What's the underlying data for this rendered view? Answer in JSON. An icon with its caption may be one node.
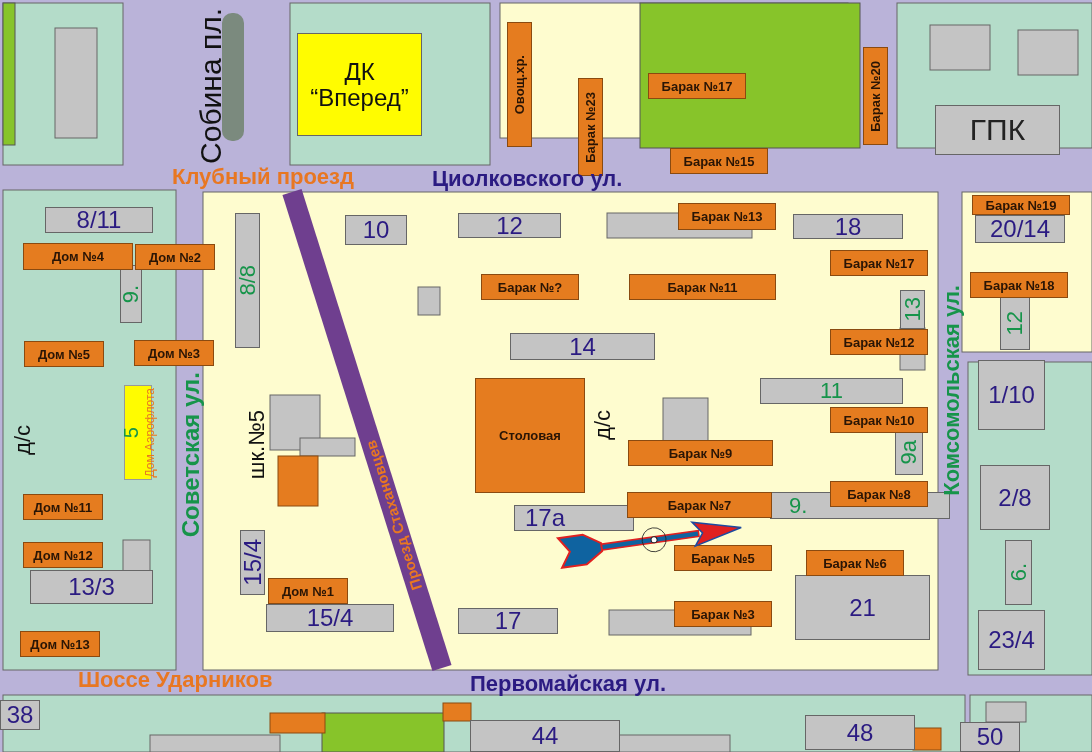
{
  "diagram": {
    "nodes": [
      {
        "text": [
          "ДК “Вперед”"
        ]
      },
      {
        "text": [
          "Овощ.хр."
        ]
      },
      {
        "text": [
          "Барак №17"
        ]
      },
      {
        "text": [
          "Барак №23"
        ]
      },
      {
        "text": [
          "Барак №20"
        ]
      },
      {
        "text": [
          "ГПК"
        ]
      },
      {
        "text": [
          "Барак №15"
        ]
      },
      {
        "text": [
          "8/11"
        ]
      },
      {
        "text": [
          "10"
        ]
      },
      {
        "text": [
          "12"
        ]
      },
      {
        "text": [
          "Барак №13"
        ]
      },
      {
        "text": [
          "18"
        ]
      },
      {
        "text": [
          "Барак №19"
        ]
      },
      {
        "text": [
          "20/14"
        ]
      },
      {
        "text": [
          "Дом №4"
        ]
      },
      {
        "text": [
          "Дом №2"
        ]
      },
      {
        "text": [
          "8/8"
        ]
      },
      {
        "text": [
          "Барак №17"
        ]
      },
      {
        "text": [
          "Барак №?"
        ]
      },
      {
        "text": [
          "Барак №11"
        ]
      },
      {
        "text": [
          "Барак №18"
        ]
      },
      {
        "text": [
          "9."
        ]
      },
      {
        "text": [
          "12"
        ]
      },
      {
        "text": [
          "13"
        ]
      },
      {
        "text": [
          "Дом №5"
        ]
      },
      {
        "text": [
          "Дом №3"
        ]
      },
      {
        "text": [
          "14"
        ]
      },
      {
        "text": [
          "Барак №12"
        ]
      },
      {
        "text": [
          "1/10"
        ]
      },
      {
        "text": [
          "11"
        ]
      },
      {
        "text": [
          "5",
          "Дом Аэрофлота"
        ]
      },
      {
        "text": [
          "Столовая"
        ]
      },
      {
        "text": [
          "Барак №10"
        ]
      },
      {
        "text": [
          "9а"
        ]
      },
      {
        "text": [
          "Барак №9"
        ]
      },
      {
        "text": [
          "2/8"
        ]
      },
      {
        "text": [
          "Дом №11"
        ]
      },
      {
        "text": [
          "Барак №7"
        ]
      },
      {
        "text": [
          "Барак №8"
        ]
      },
      {
        "text": [
          "9."
        ]
      },
      {
        "text": [
          "17а"
        ]
      },
      {
        "text": [
          "Проезд Стахановцев"
        ]
      },
      {
        "text": [
          "Дом №12"
        ]
      },
      {
        "text": [
          "Барак №5"
        ]
      },
      {
        "text": [
          "Барак №6"
        ]
      },
      {
        "text": [
          "6."
        ]
      },
      {
        "text": [
          "15/4"
        ]
      },
      {
        "text": [
          "Дом №1"
        ]
      },
      {
        "text": [
          "13/3"
        ]
      },
      {
        "text": [
          "21"
        ]
      },
      {
        "text": [
          "23/4"
        ]
      },
      {
        "text": [
          "17"
        ]
      },
      {
        "text": [
          "Барак №3"
        ]
      },
      {
        "text": [
          "15/4"
        ]
      },
      {
        "text": [
          "Дом №13"
        ]
      },
      {
        "text": [
          "38"
        ]
      },
      {
        "text": [
          "44"
        ]
      },
      {
        "text": [
          "48"
        ]
      },
      {
        "text": [
          "50"
        ]
      }
    ],
    "labels": [
      "Собина пл.",
      "Клубный проезд",
      "Циолковского ул.",
      "д/с",
      "шк.№5",
      "Советская ул.",
      "д/с",
      "Комсомольская ул.",
      "Шоссе Ударников",
      "Первомайская ул."
    ]
  }
}
